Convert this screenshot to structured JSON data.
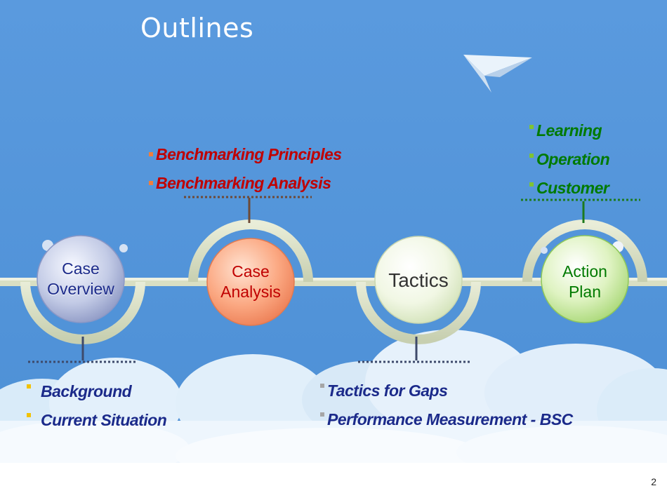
{
  "slide": {
    "title": "Outlines",
    "page_number": "2"
  },
  "nodes": {
    "case_overview": {
      "line1": "Case",
      "line2": "Overview"
    },
    "case_analysis": {
      "line1": "Case",
      "line2": "Analysis"
    },
    "tactics": {
      "label": "Tactics"
    },
    "action_plan": {
      "line1": "Action",
      "line2": "Plan"
    }
  },
  "lists": {
    "case_overview": [
      "Background",
      "Current Situation"
    ],
    "case_analysis": [
      "Benchmarking Principles",
      "Benchmarking Analysis"
    ],
    "tactics": [
      "Tactics for Gaps",
      "Performance Measurement - BSC"
    ],
    "action_plan": [
      "Learning",
      "Operation",
      "Customer"
    ]
  },
  "colors": {
    "sky": "#4f92d6",
    "case_analysis_text": "#c00000",
    "action_plan_text": "#007a00",
    "overview_text": "#1b2a8a",
    "tactics_text": "#333333",
    "bullet_yellow": "#f2c200",
    "bullet_orange": "#f07d3c",
    "bullet_gray": "#a6a6a6",
    "bullet_green": "#7ec432"
  },
  "icons": {
    "paper_plane": "paper-plane-icon"
  }
}
